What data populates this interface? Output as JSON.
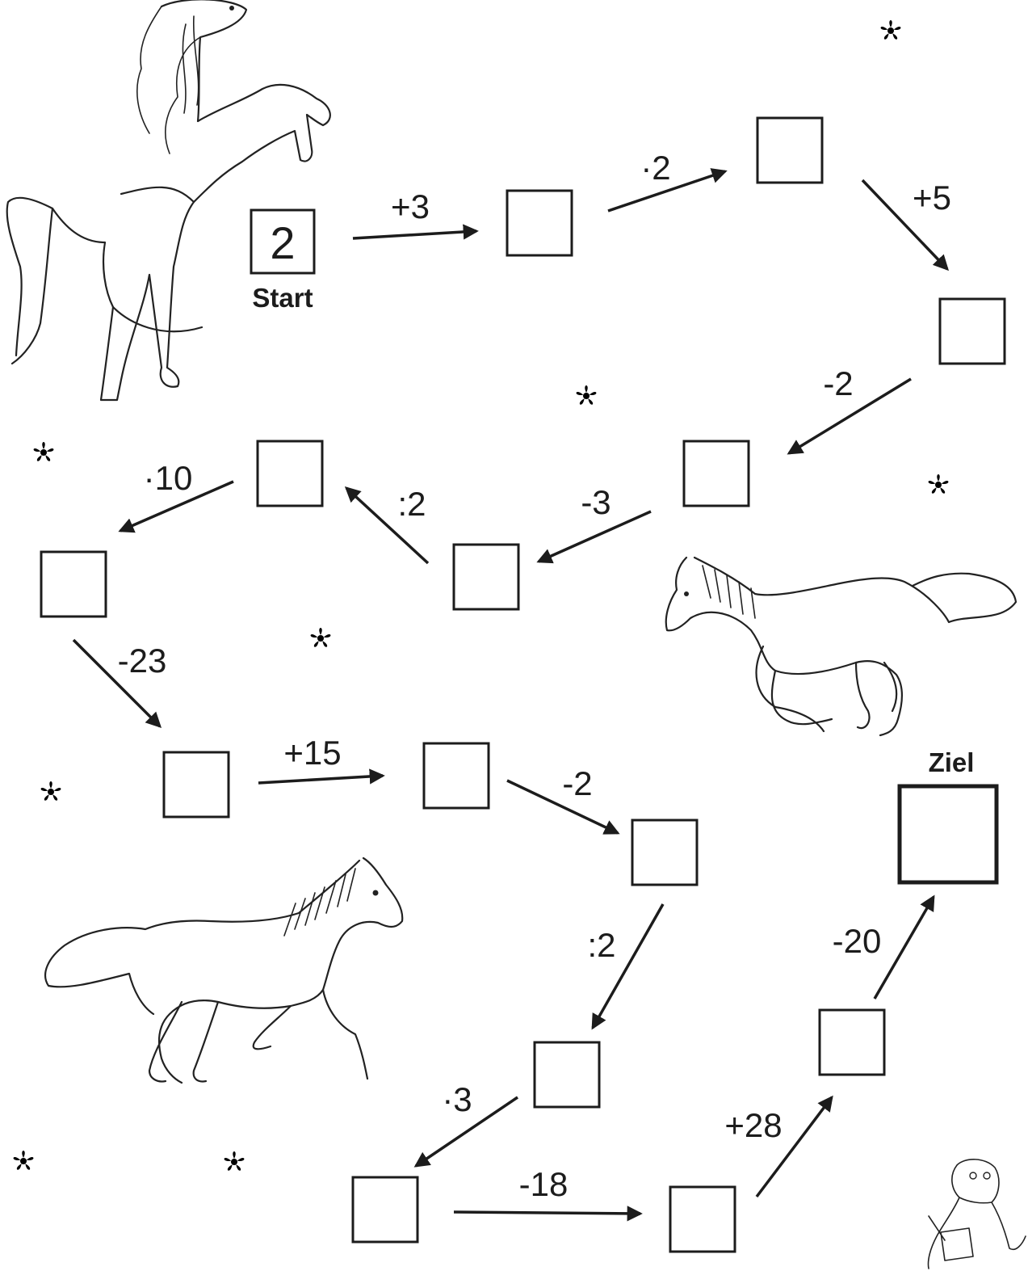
{
  "start": {
    "value": "2",
    "label": "Start"
  },
  "goal": {
    "label": "Ziel"
  },
  "operations": [
    "+3",
    "·2",
    "+5",
    "-2",
    "-3",
    ":2",
    "·10",
    "-23",
    "+15",
    "-2",
    ":2",
    "·3",
    "-18",
    "+28",
    "-20"
  ],
  "answers": [
    "",
    "",
    "",
    "",
    "",
    "",
    "",
    "",
    "",
    "",
    "",
    "",
    "",
    "",
    ""
  ],
  "illustrations": [
    "rearing-horse",
    "galloping-horse-right",
    "galloping-horse-left",
    "dinosaur-mascot"
  ],
  "decor": [
    "flower-icon",
    "star-flower-icon"
  ],
  "colors": {
    "ink": "#1c1c1c",
    "paper": "#ffffff"
  }
}
